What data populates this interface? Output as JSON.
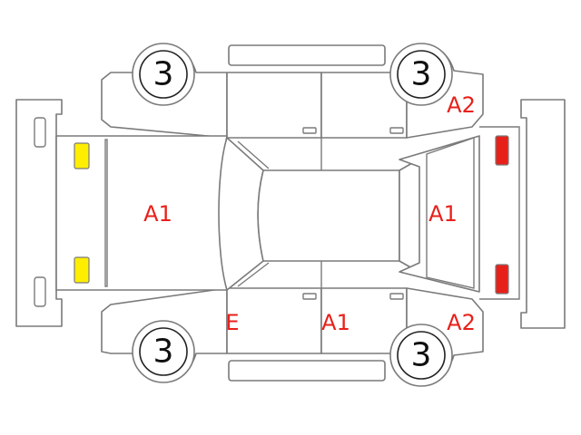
{
  "colors": {
    "code_text": "#e8201a",
    "headlight": "#ffee00",
    "taillight": "#e8201a",
    "outline": "#7a7a7a"
  },
  "wheels": {
    "front_left": "3",
    "rear_left": "3",
    "front_right": "3",
    "rear_right": "3"
  },
  "codes": {
    "hood": "A1",
    "rear_hatch": "A1",
    "left_rear_quarter": "A2",
    "right_rear_quarter": "A2",
    "right_front_door": "E",
    "right_rear_door": "A1"
  }
}
